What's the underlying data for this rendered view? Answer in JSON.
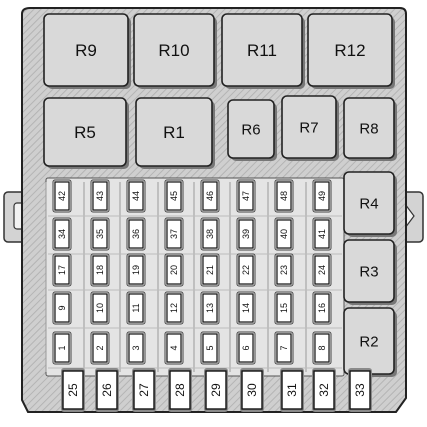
{
  "relays": {
    "R9": "R9",
    "R10": "R10",
    "R11": "R11",
    "R12": "R12",
    "R5": "R5",
    "R1": "R1",
    "R6": "R6",
    "R7": "R7",
    "R8": "R8",
    "R4": "R4",
    "R3": "R3",
    "R2": "R2"
  },
  "fuse_rows": [
    [
      "42",
      "43",
      "44",
      "45",
      "46",
      "47",
      "48",
      "49"
    ],
    [
      "34",
      "35",
      "36",
      "37",
      "38",
      "39",
      "40",
      "41"
    ],
    [
      "17",
      "18",
      "19",
      "20",
      "21",
      "22",
      "23",
      "24"
    ],
    [
      "9",
      "10",
      "11",
      "12",
      "13",
      "14",
      "15",
      "16"
    ],
    [
      "1",
      "2",
      "3",
      "4",
      "5",
      "6",
      "7",
      "8"
    ]
  ],
  "bottom_fuses": [
    "25",
    "26",
    "27",
    "28",
    "29",
    "30",
    "31",
    "32",
    "33"
  ]
}
